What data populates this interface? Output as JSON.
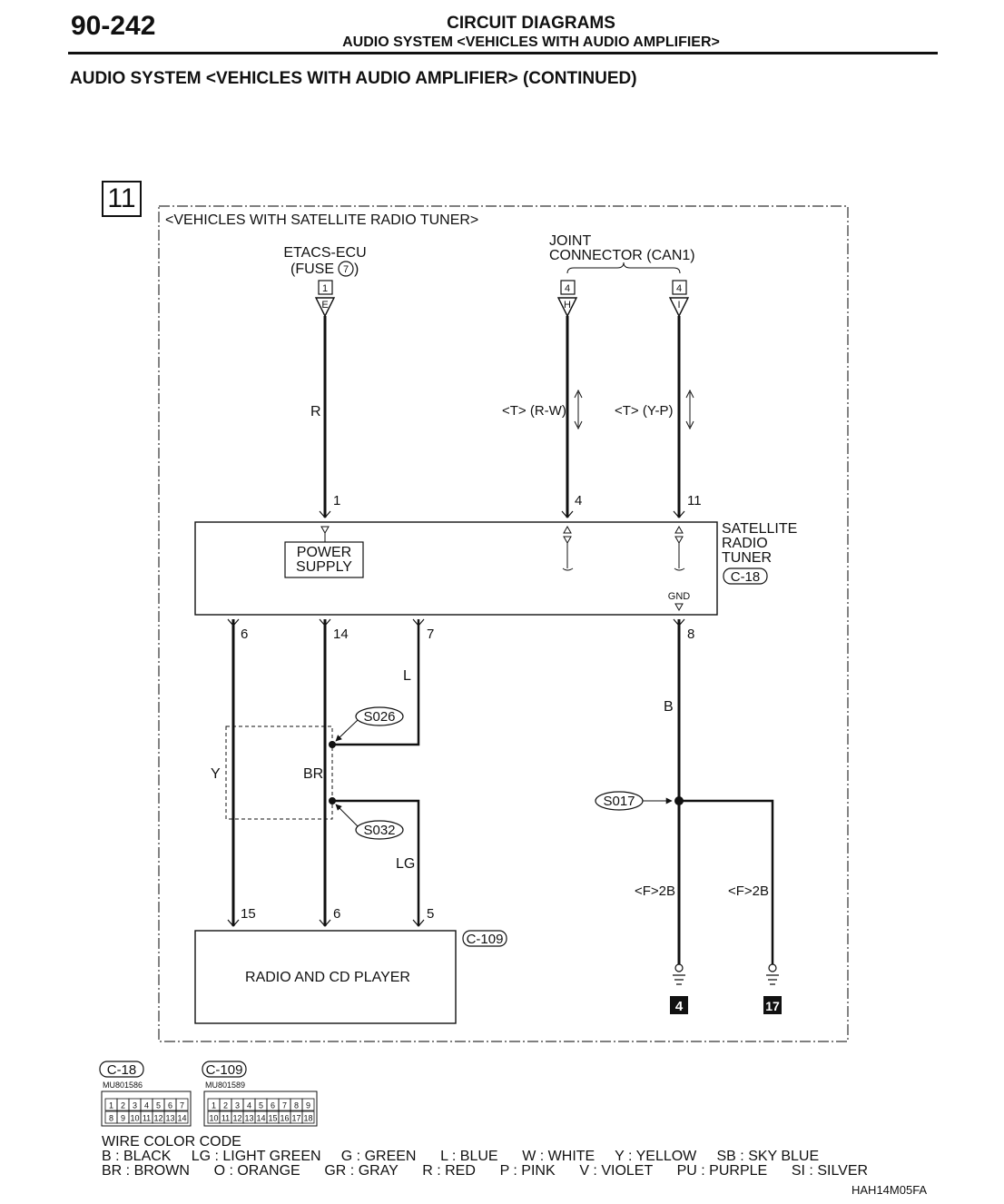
{
  "header": {
    "page_number": "90-242",
    "title": "CIRCUIT DIAGRAMS",
    "subtitle": "AUDIO SYSTEM <VEHICLES WITH AUDIO AMPLIFIER>"
  },
  "section_title": "AUDIO SYSTEM <VEHICLES WITH AUDIO AMPLIFIER> (CONTINUED)",
  "figure_number": "11",
  "diagram": {
    "scope_label": "<VEHICLES WITH SATELLITE RADIO TUNER>",
    "etacs": {
      "line1": "ETACS-ECU",
      "line2_pre": "(FUSE",
      "fuse_number": "7",
      "line2_post": ")",
      "connector_ref": "1",
      "connector_letter": "E"
    },
    "joint_connector": {
      "line1": "JOINT",
      "line2": "CONNECTOR (CAN1)",
      "left_ref": "4",
      "left_letter": "H",
      "right_ref": "4",
      "right_letter": "I"
    },
    "wire_labels": {
      "power": "R",
      "can_h": "<T> (R-W)",
      "can_l": "<T> (Y-P)",
      "ground": "B",
      "yellow": "Y",
      "brown": "BR",
      "blue": "L",
      "light_green": "LG",
      "ground_left": "<F>2B",
      "ground_right": "<F>2B"
    },
    "tuner": {
      "name_line1": "SATELLITE",
      "name_line2": "RADIO",
      "name_line3": "TUNER",
      "connector": "C-18",
      "power_supply_line1": "POWER",
      "power_supply_line2": "SUPPLY",
      "gnd_label": "GND",
      "pins_top": [
        "1",
        "4",
        "11"
      ],
      "pins_bottom": [
        "6",
        "14",
        "7",
        "8"
      ]
    },
    "splices": [
      "S026",
      "S032",
      "S017"
    ],
    "radio": {
      "name": "RADIO AND CD PLAYER",
      "connector": "C-109",
      "pins": [
        "15",
        "6",
        "5"
      ]
    },
    "grounds": [
      "4",
      "17"
    ]
  },
  "connector_views": [
    {
      "name": "C-18",
      "part": "MU801586",
      "row1": [
        "1",
        "2",
        "3",
        "4",
        "5",
        "6",
        "7"
      ],
      "row2": [
        "8",
        "9",
        "10",
        "11",
        "12",
        "13",
        "14"
      ]
    },
    {
      "name": "C-109",
      "part": "MU801589",
      "row1": [
        "1",
        "2",
        "3",
        "4",
        "5",
        "6",
        "7",
        "8",
        "9"
      ],
      "row2": [
        "10",
        "11",
        "12",
        "13",
        "14",
        "15",
        "16",
        "17",
        "18"
      ]
    }
  ],
  "wire_color_code": {
    "title": "WIRE COLOR CODE",
    "line1": "B : BLACK     LG : LIGHT GREEN     G : GREEN      L : BLUE      W : WHITE     Y : YELLOW     SB : SKY BLUE",
    "line2": "BR : BROWN      O : ORANGE      GR : GRAY      R : RED      P : PINK      V : VIOLET      PU : PURPLE      SI : SILVER"
  },
  "figure_code": "HAH14M05FA"
}
